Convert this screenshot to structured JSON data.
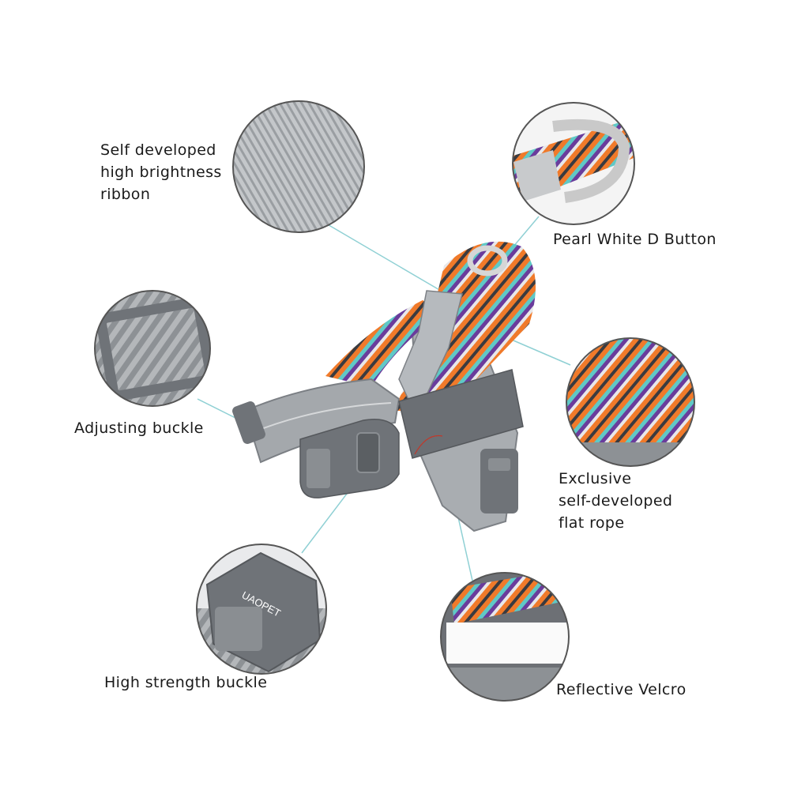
{
  "callouts": {
    "ribbon": {
      "lines": [
        "Self developed",
        "high brightness",
        "ribbon"
      ]
    },
    "d_button": {
      "lines": [
        "Pearl White D Button"
      ]
    },
    "adjusting_buckle": {
      "lines": [
        "Adjusting buckle"
      ]
    },
    "flat_rope": {
      "lines": [
        "Exclusive",
        "self-developed",
        "flat rope"
      ]
    },
    "strength_buckle": {
      "lines": [
        "High strength buckle"
      ]
    },
    "velcro": {
      "lines": [
        "Reflective Velcro"
      ]
    }
  },
  "buckle_brand": "UAOPET",
  "colors": {
    "strap_gray": "#a9adb1",
    "buckle_gray": "#6f7378",
    "rope_orange": "#f07a2a",
    "rope_purple": "#6a3c9c",
    "rope_teal": "#5fc9c6",
    "leader_line": "#8fd0d4"
  }
}
